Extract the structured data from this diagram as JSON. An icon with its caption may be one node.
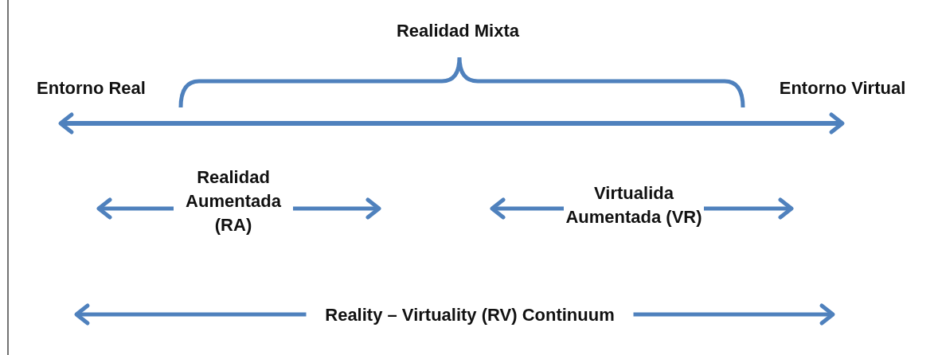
{
  "diagram": {
    "nodes": [
      {
        "text": [
          "Realidad Aumentada (RA)"
        ]
      },
      {
        "text": [
          "Virtualida Aumentada (VR)"
        ]
      },
      {
        "text": [
          "Reality – Virtuality (RV) Continuum"
        ]
      }
    ],
    "edges": [
      {
        "from": 0,
        "to": null,
        "arrow": "to"
      },
      {
        "from": 0,
        "to": null,
        "arrow": "to"
      },
      {
        "from": 1,
        "to": null,
        "arrow": "to"
      },
      {
        "from": 1,
        "to": null,
        "arrow": "to"
      },
      {
        "from": 2,
        "to": null,
        "arrow": "to"
      },
      {
        "from": 2,
        "to": null,
        "arrow": "to"
      }
    ],
    "labels": [
      "Realidad Mixta",
      "Entorno Real",
      "Entorno Virtual"
    ]
  }
}
